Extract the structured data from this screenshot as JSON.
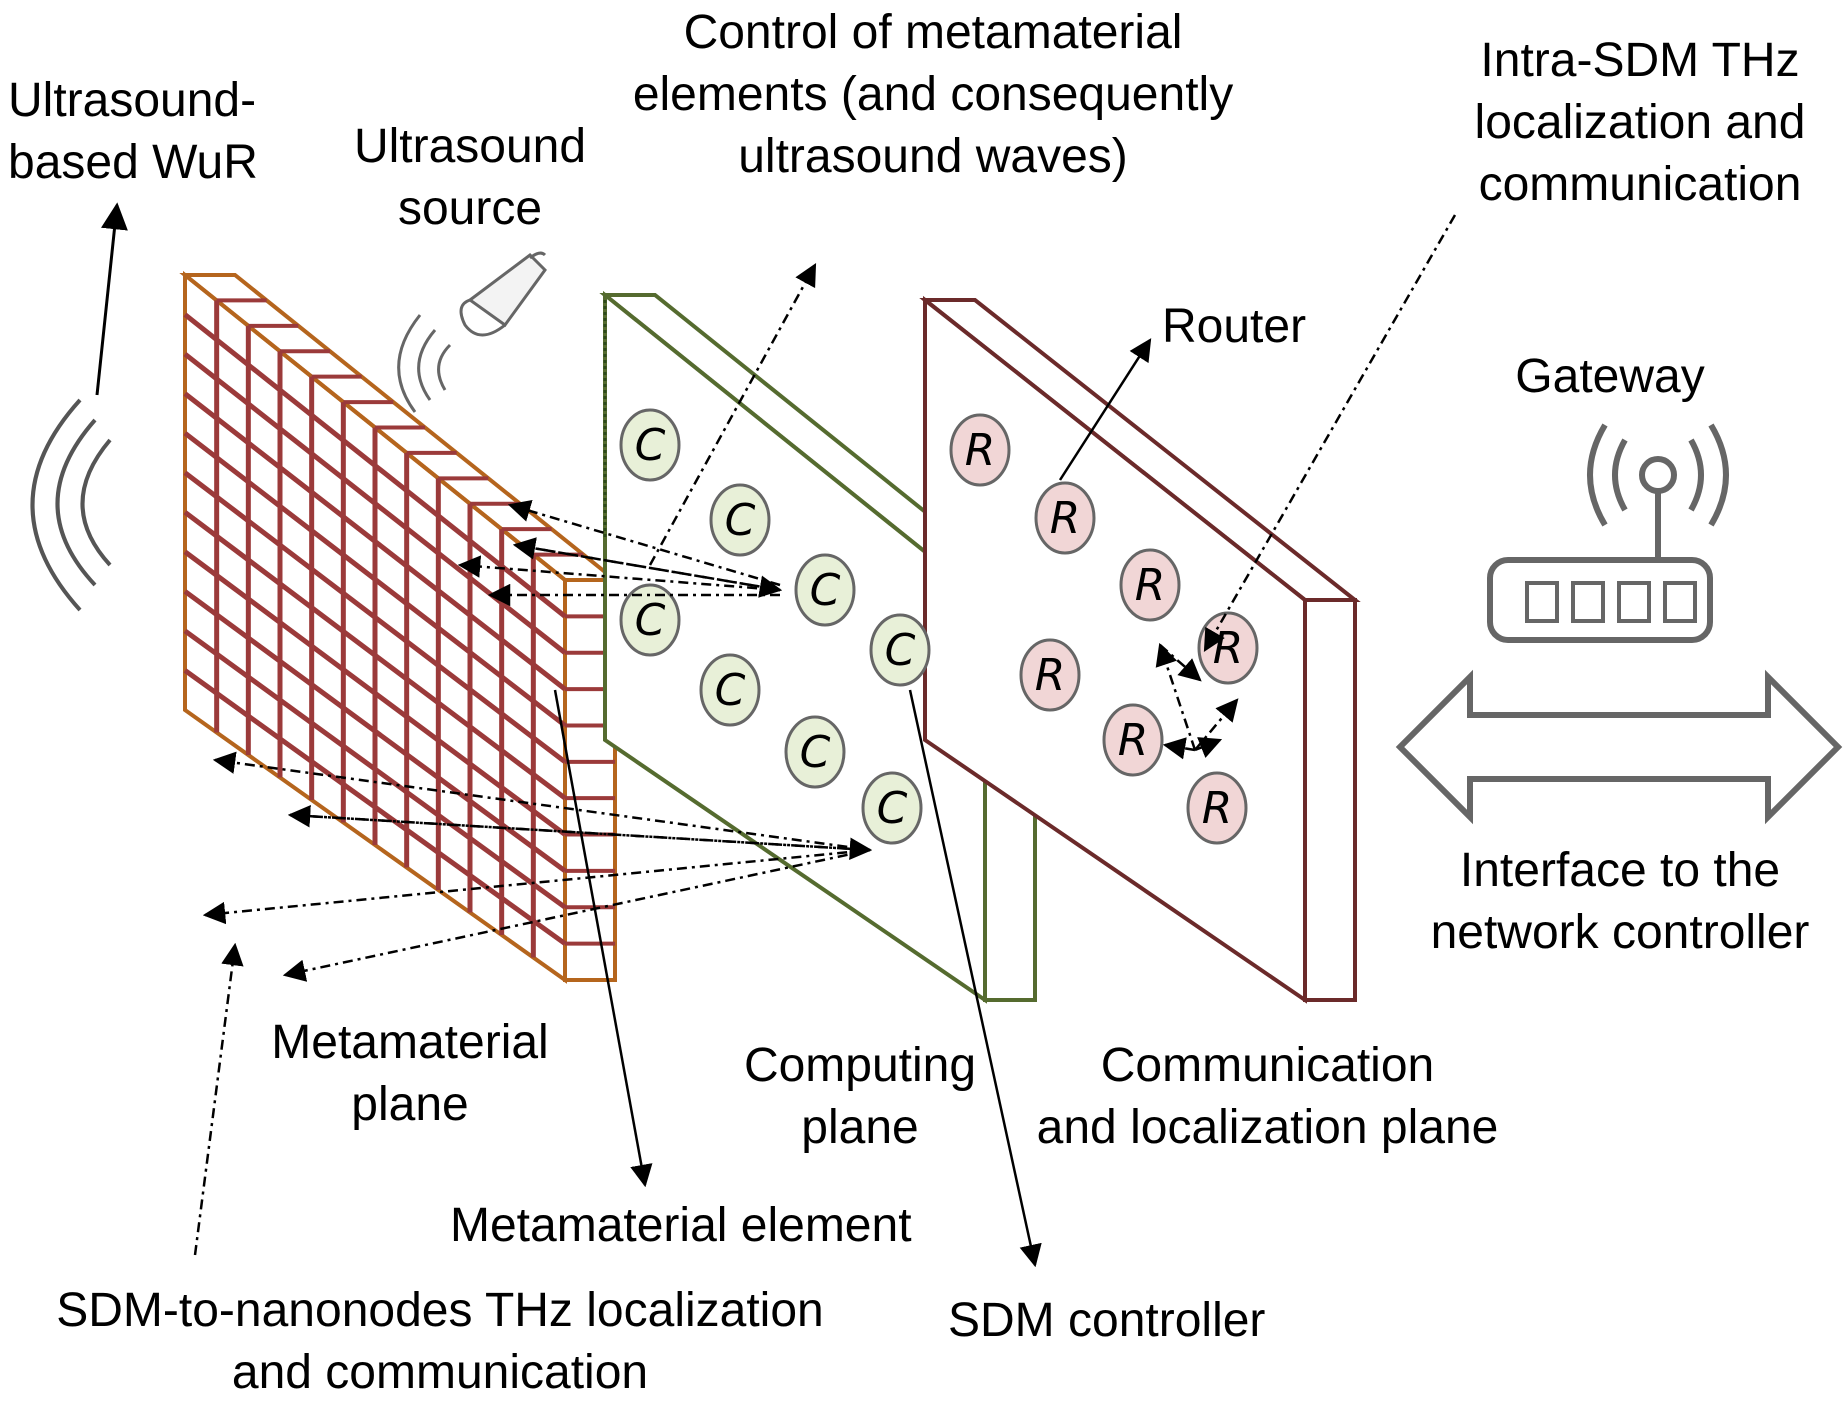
{
  "labels": {
    "ultrasound_wur": "Ultrasound-\nbased WuR",
    "ultrasound_source": "Ultrasound\nsource",
    "control_metamaterial": "Control of metamaterial\nelements (and consequently\nultrasound waves)",
    "intra_sdm": "Intra-SDM THz\nlocalization and\ncommunication",
    "router": "Router",
    "gateway": "Gateway",
    "interface": "Interface to the\nnetwork controller",
    "metamaterial_plane": "Metamaterial\nplane",
    "metamaterial_element": "Metamaterial element",
    "computing_plane": "Computing\nplane",
    "communication_plane": "Communication\nand localization plane",
    "sdm_controller": "SDM controller",
    "sdm_to_nanonodes": "SDM-to-nanonodes THz localization\nand communication"
  },
  "node_letters": {
    "computing": "C",
    "router": "R"
  },
  "colors": {
    "metamaterial_frame": "#b5651d",
    "metamaterial_grid": "#9b3a3a",
    "computing_frame": "#556b2f",
    "computing_node_fill": "#e8f0d8",
    "communication_frame": "#6b2a2a",
    "router_node_fill": "#f1d6d6",
    "gateway_gray": "#666666",
    "waves_gray": "#555555"
  }
}
